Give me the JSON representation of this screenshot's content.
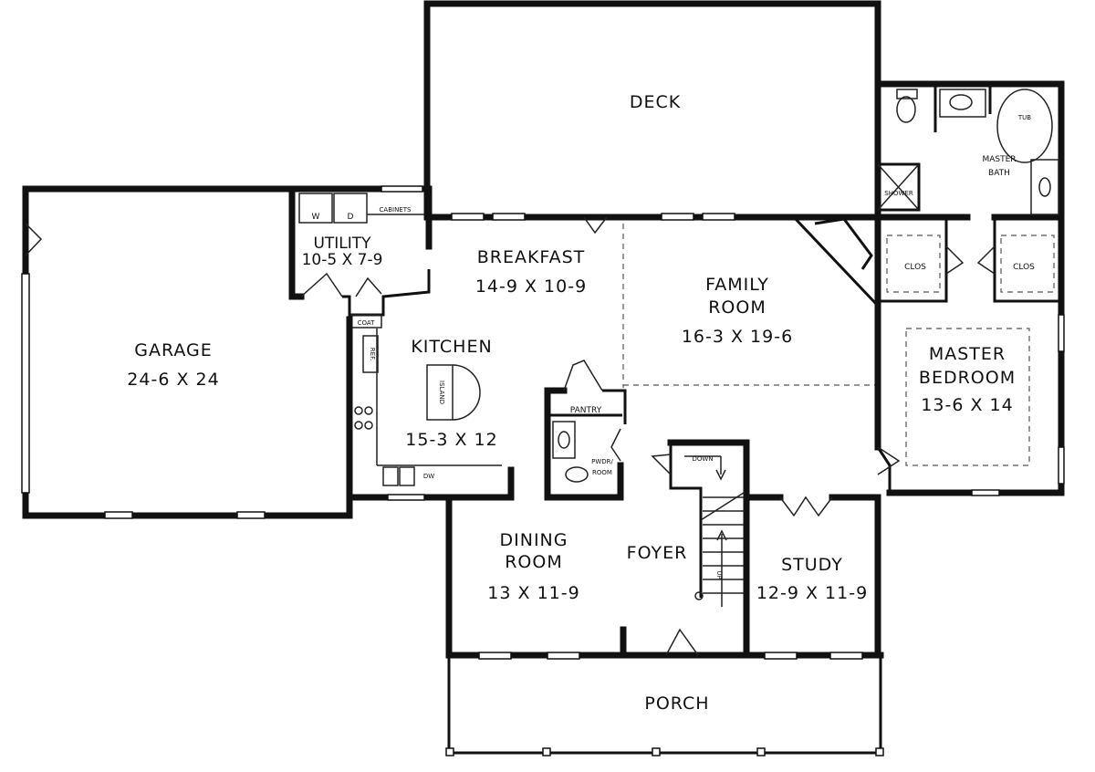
{
  "rooms": {
    "deck": {
      "name": "DECK"
    },
    "garage": {
      "name": "GARAGE",
      "size": "24-6 X 24"
    },
    "utility": {
      "name": "UTILITY",
      "size": "10-5 X 7-9"
    },
    "breakfast": {
      "name": "BREAKFAST",
      "size": "14-9 X 10-9"
    },
    "family": {
      "name1": "FAMILY",
      "name2": "ROOM",
      "size": "16-3 X 19-6"
    },
    "kitchen": {
      "name": "KITCHEN",
      "size": "15-3 X 12"
    },
    "master_bedroom": {
      "name1": "MASTER",
      "name2": "BEDROOM",
      "size": "13-6 X 14"
    },
    "master_bath": {
      "name1": "MASTER",
      "name2": "BATH"
    },
    "dining": {
      "name1": "DINING",
      "name2": "ROOM",
      "size": "13 X 11-9"
    },
    "foyer": {
      "name": "FOYER"
    },
    "study": {
      "name": "STUDY",
      "size": "12-9 X 11-9"
    },
    "porch": {
      "name": "PORCH"
    }
  },
  "fixtures": {
    "washer": "W",
    "dryer": "D",
    "cabinets": "CABINETS",
    "coat": "COAT",
    "ref": "REF.",
    "island": "ISLAND",
    "dw": "DW",
    "pantry": "PANTRY",
    "pwdr1": "PWDR/",
    "pwdr2": "ROOM",
    "tub": "TUB",
    "shower": "SHOWER",
    "clos_left": "CLOS",
    "clos_right": "CLOS",
    "stair_down": "DOWN",
    "stair_up": "UP"
  }
}
